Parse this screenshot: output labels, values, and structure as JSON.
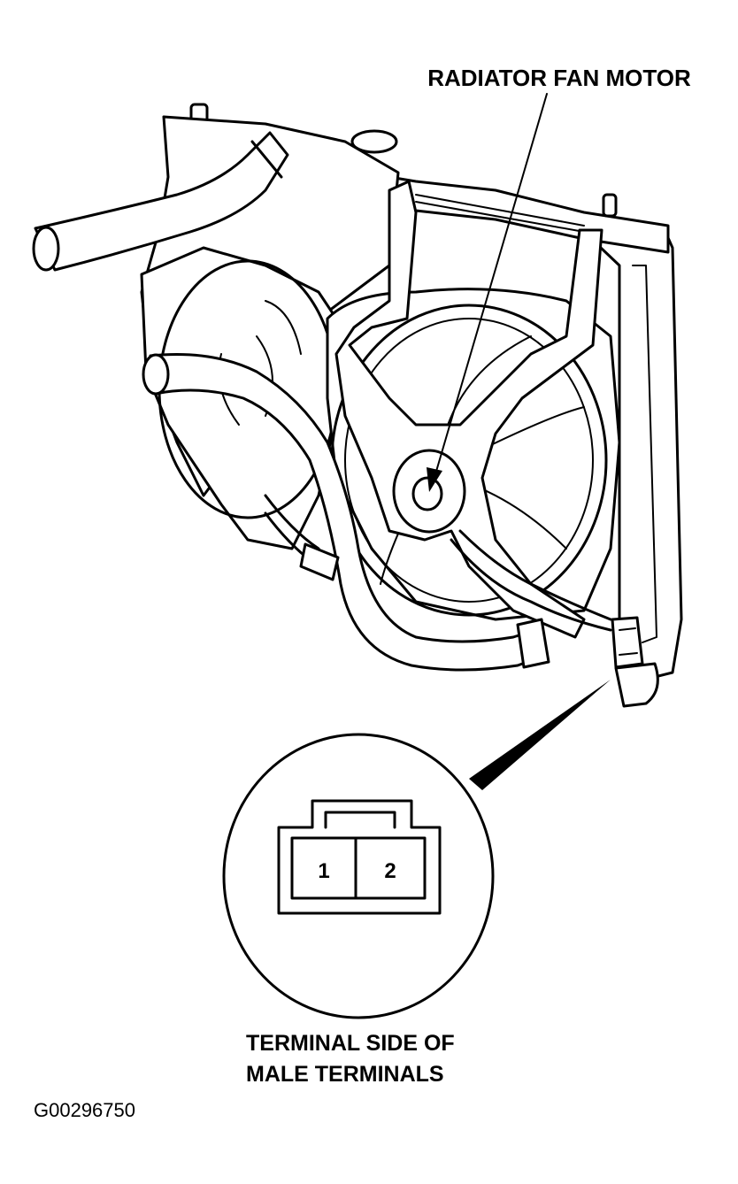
{
  "labels": {
    "fan_motor": "RADIATOR FAN MOTOR",
    "terminal_side_line1": "TERMINAL SIDE OF",
    "terminal_side_line2": "MALE TERMINALS",
    "figure_id": "G00296750"
  },
  "connector": {
    "terminals": [
      "1",
      "2"
    ]
  }
}
